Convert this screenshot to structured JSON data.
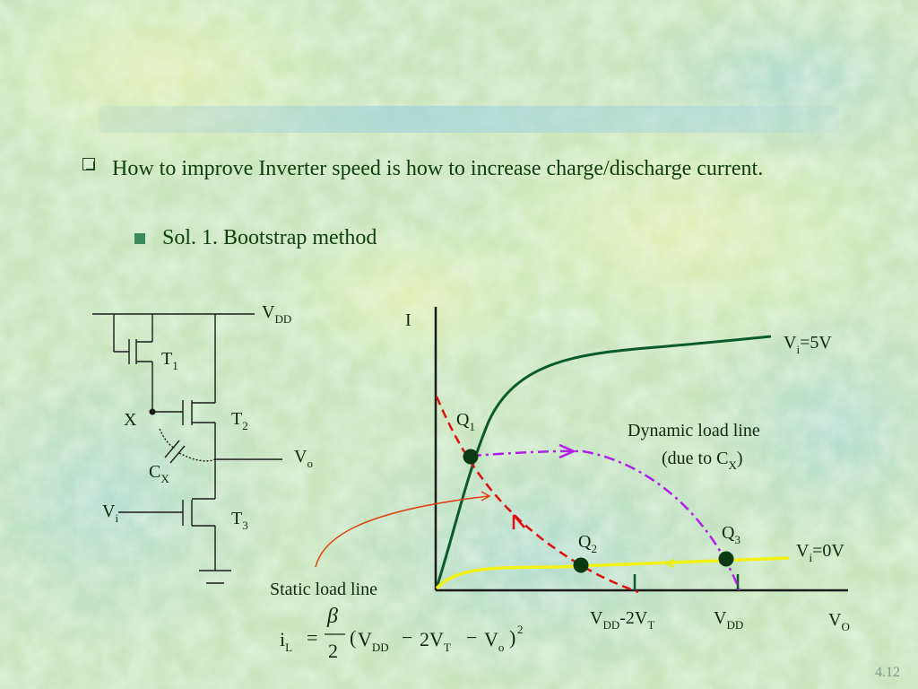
{
  "bullets": {
    "level1": "How to improve Inverter speed is how to increase charge/discharge current.",
    "level2": "Sol. 1.  Bootstrap method"
  },
  "circuit": {
    "vdd": {
      "main": "V",
      "sub": "DD"
    },
    "t1": {
      "main": "T",
      "sub": "1"
    },
    "t2": {
      "main": "T",
      "sub": "2"
    },
    "t3": {
      "main": "T",
      "sub": "3"
    },
    "x": "X",
    "cx": {
      "main": "C",
      "sub": "X"
    },
    "vo": {
      "main": "V",
      "sub": "o"
    },
    "vi": {
      "main": "V",
      "sub": "i"
    }
  },
  "graph": {
    "y_axis": "I",
    "x_axis": {
      "main": "V",
      "sub": "O"
    },
    "vi5": {
      "main": "V",
      "sub": "i",
      "rest": "=5V"
    },
    "vi0": {
      "main": "V",
      "sub": "i",
      "rest": "=0V"
    },
    "q1": {
      "main": "Q",
      "sub": "1"
    },
    "q2": {
      "main": "Q",
      "sub": "2"
    },
    "q3": {
      "main": "Q",
      "sub": "3"
    },
    "dynamic_line1": "Dynamic load line",
    "dynamic_line2": {
      "pre": "(due to C",
      "sub": "X",
      "post": ")"
    },
    "static_label": "Static load line",
    "tick1": {
      "a": "V",
      "a_sub": "DD",
      "b": "-2V",
      "b_sub": "T"
    },
    "tick2": {
      "main": "V",
      "sub": "DD"
    }
  },
  "formula": {
    "lhs": "i",
    "lhs_sub": "L",
    "eq": "=",
    "num": "β",
    "den": "2",
    "p1": "V",
    "p1_sub": "DD",
    "minus1": "−",
    "p2": "2V",
    "p2_sub": "T",
    "minus2": "−",
    "p3": "V",
    "p3_sub": "o",
    "exp": "2"
  },
  "colors": {
    "curve": "#0b5a2a",
    "static": "#e01010",
    "dynamic": "#b01ee8",
    "off": "#f2f214",
    "arrow": "#e04010"
  },
  "page_number": "4.12"
}
